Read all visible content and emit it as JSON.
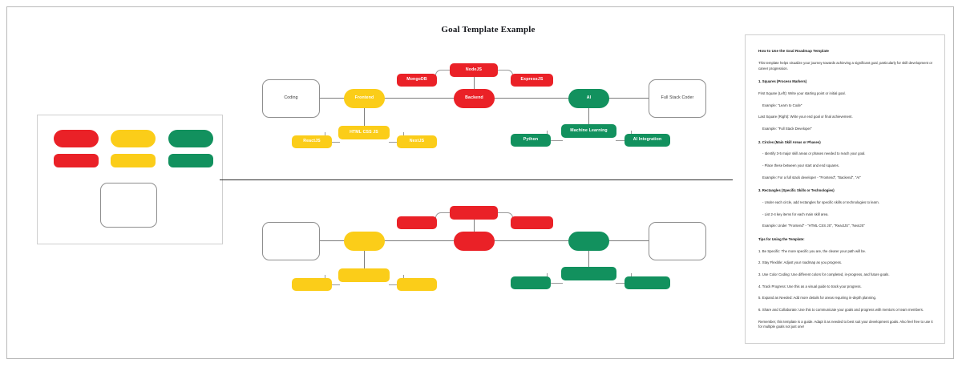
{
  "page": {
    "title": "Goal Template Example"
  },
  "palette": {
    "name": "shape-palette",
    "swatches": [
      {
        "id": "red-pill",
        "shape": "pill",
        "color": "#ea2127"
      },
      {
        "id": "yellow-pill",
        "shape": "pill",
        "color": "#fbcd19"
      },
      {
        "id": "green-pill",
        "shape": "pill",
        "color": "#12915e"
      },
      {
        "id": "red-rect",
        "shape": "rect",
        "color": "#ea2127"
      },
      {
        "id": "yellow-rect",
        "shape": "rect",
        "color": "#fbcd19"
      },
      {
        "id": "green-rect",
        "shape": "rect",
        "color": "#12915e"
      },
      {
        "id": "blank-square",
        "shape": "square",
        "color": "#ffffff"
      }
    ]
  },
  "colors": {
    "red": "#ea2127",
    "yellow": "#fbcd19",
    "green": "#12915e",
    "outline": "#8e8e8e",
    "connector": "#7c7c7c"
  },
  "diagram_filled": {
    "name": "goal-roadmap-filled",
    "start_square": "Coding",
    "end_square": "Full Stack Coder",
    "branches": [
      {
        "circle": "Frontend",
        "color": "yellow",
        "main_skill": "HTML CSS JS",
        "sub_left": "ReactJS",
        "sub_right": "NextJS"
      },
      {
        "circle": "Backend",
        "color": "red",
        "main_skill": "NodeJS",
        "sub_left": "MongoDB",
        "sub_right": "ExpressJS"
      },
      {
        "circle": "AI",
        "color": "green",
        "main_skill": "Machine Learning",
        "sub_left": "Python",
        "sub_right": "AI Integration"
      }
    ]
  },
  "diagram_blank": {
    "name": "goal-roadmap-blank-template",
    "start_square": "",
    "end_square": "",
    "branches": [
      {
        "circle": "",
        "color": "yellow",
        "main_skill": "",
        "sub_left": "",
        "sub_right": ""
      },
      {
        "circle": "",
        "color": "red",
        "main_skill": "",
        "sub_left": "",
        "sub_right": ""
      },
      {
        "circle": "",
        "color": "green",
        "main_skill": "",
        "sub_left": "",
        "sub_right": ""
      }
    ]
  },
  "instructions": {
    "heading": "How to Use the Goal Roadmap Template",
    "intro": "This template helps visualize your journey towards achieving a significant goal, particularly for skill development or career progression.",
    "section1_heading": "1. Squares (Process Markers)",
    "section1_line1": "First Square (Left): Write your starting point or initial goal.",
    "section1_line2": "Example: \"Learn to Code\"",
    "section1_line3": "Last Square (Right): Write your end goal or final achievement.",
    "section1_line4": "Example: \"Full Stack Developer\"",
    "section2_heading": "2. Circles (Main Skill Areas or Phases)",
    "section2_line1": "- Identify 3-5 major skill areas or phases needed to reach your goal.",
    "section2_line2": "- Place these between your start and end squares.",
    "section2_line3": "Example: For a full stack developer - \"Frontend\", \"Backend\", \"AI\"",
    "section3_heading": "3. Rectangles (Specific Skills or Technologies)",
    "section3_line1": "- Under each circle, add rectangles for specific skills or technologies to learn.",
    "section3_line2": "- List 2-4 key items for each main skill area.",
    "section3_line3": "Example: Under \"Frontend\" - \"HTML CSS JS\", \"ReactJS\", \"NextJS\"",
    "tips_heading": "Tips for Using the Template:",
    "tip1": "1. Be Specific: The more specific you are, the clearer your path will be.",
    "tip2": "2. Stay Flexible: Adjust your roadmap as you progress.",
    "tip3": "3. Use Color Coding: Use different colors for completed, in-progress, and future goals.",
    "tip4": "4. Track Progress: Use this as a visual guide to track your progress.",
    "tip5": "5. Expand as Needed: Add more details for areas requiring in-depth planning.",
    "tip6": "6. Share and Collaborate: Use this to communicate your goals and progress with mentors or team members.",
    "closing": "Remember, this template is a guide. Adapt it as needed to best suit your development goals. Also feel free to use it for multiple goals not just one!"
  }
}
